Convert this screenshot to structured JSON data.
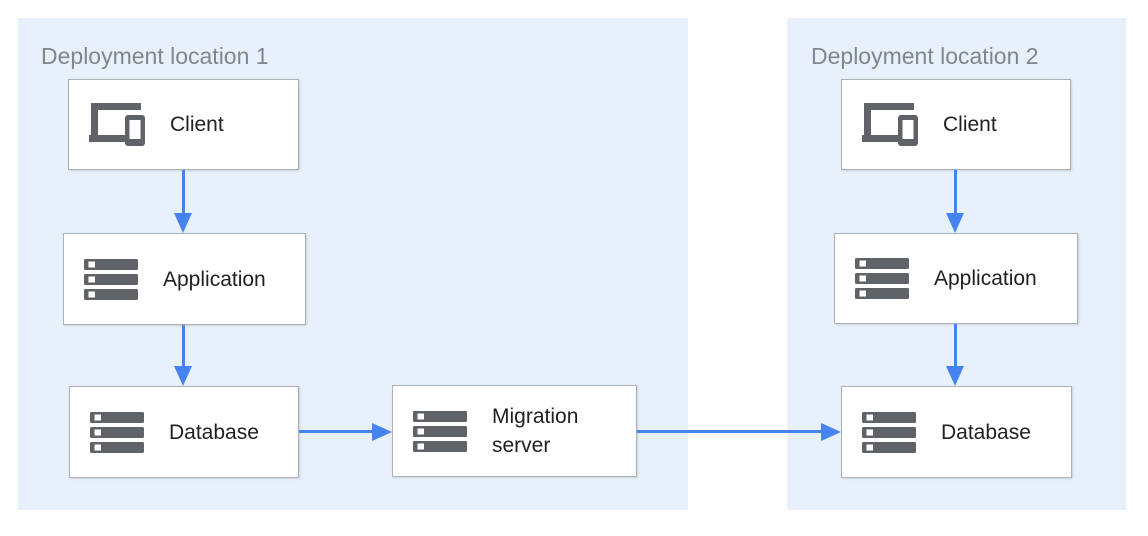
{
  "diagram": {
    "regions": [
      {
        "label": "Deployment location 1"
      },
      {
        "label": "Deployment location 2"
      }
    ],
    "nodes": {
      "client1": {
        "label": "Client",
        "icon": "devices-icon"
      },
      "app1": {
        "label": "Application",
        "icon": "server-stack-icon"
      },
      "db1": {
        "label": "Database",
        "icon": "server-stack-icon"
      },
      "migration": {
        "label": "Migration server",
        "icon": "server-stack-icon"
      },
      "client2": {
        "label": "Client",
        "icon": "devices-icon"
      },
      "app2": {
        "label": "Application",
        "icon": "server-stack-icon"
      },
      "db2": {
        "label": "Database",
        "icon": "server-stack-icon"
      }
    },
    "connections": [
      "client1->app1",
      "app1->db1",
      "db1->migration",
      "migration->db2",
      "client2->app2",
      "app2->db2"
    ],
    "colors": {
      "region_bg": "#E8F1FB",
      "arrow": "#4583F1",
      "icon": "#5F6368",
      "box_border": "#ADB1B5",
      "label_gray": "#81868C",
      "text": "#202124"
    }
  }
}
